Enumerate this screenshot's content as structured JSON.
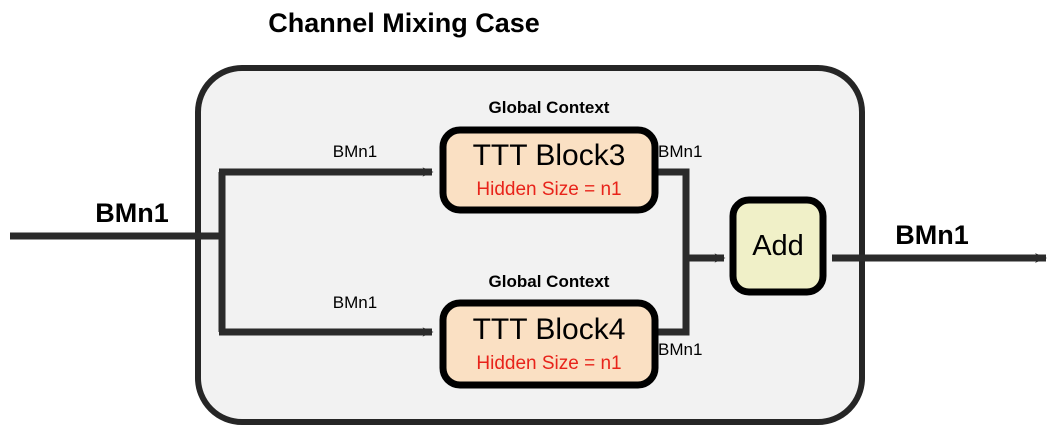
{
  "title": "Channel Mixing Case",
  "colors": {
    "container_fill": "#F2F2F2",
    "container_stroke": "#262626",
    "block_fill": "#FAE0C3",
    "block_stroke": "#000000",
    "add_fill": "#F0F0C8",
    "add_stroke": "#000000",
    "line": "#2B2B2B",
    "text": "#000000",
    "accent_red": "#E8231A"
  },
  "io": {
    "input_label": "BMn1",
    "output_label": "BMn1"
  },
  "edges": {
    "top_in_label": "BMn1",
    "top_out_label": "BMn1",
    "bottom_in_label": "BMn1",
    "bottom_out_label": "BMn1"
  },
  "blocks": [
    {
      "context_label": "Global Context",
      "name": "TTT Block3",
      "hidden_size": "Hidden Size = n1"
    },
    {
      "context_label": "Global Context",
      "name": "TTT Block4",
      "hidden_size": "Hidden Size = n1"
    }
  ],
  "add_node": {
    "label": "Add"
  }
}
